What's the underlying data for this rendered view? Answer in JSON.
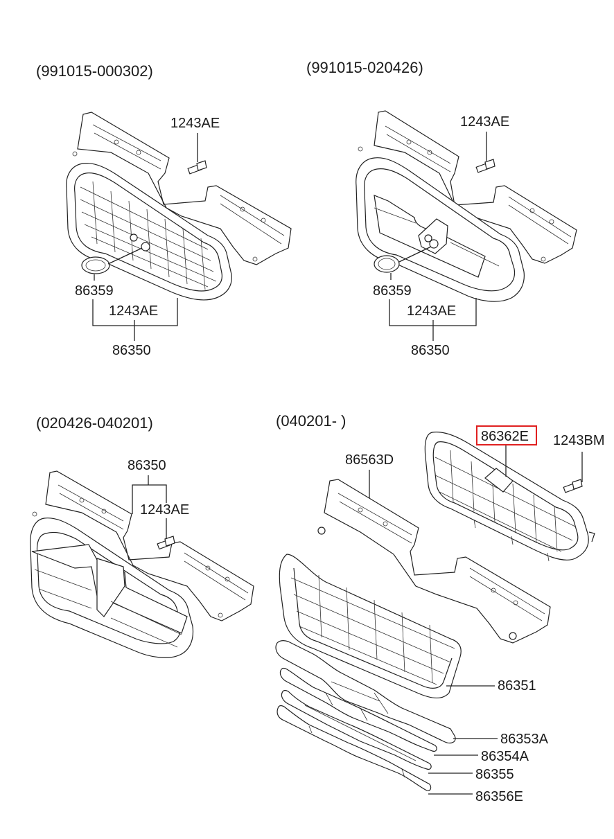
{
  "sections": [
    {
      "period": "(991015-000302)",
      "labels": [
        "1243AE",
        "86359",
        "1243AE",
        "86350"
      ]
    },
    {
      "period": "(991015-020426)",
      "labels": [
        "1243AE",
        "86359",
        "1243AE",
        "86350"
      ]
    },
    {
      "period": "(020426-040201)",
      "labels": [
        "86350",
        "1243AE"
      ]
    },
    {
      "period": "(040201- )",
      "labels": [
        "86362E",
        "1243BM",
        "86563D",
        "86351",
        "86353A",
        "86354A",
        "86355",
        "86356E"
      ]
    }
  ],
  "highlight": {
    "part": "86362E",
    "color": "#e02020"
  }
}
